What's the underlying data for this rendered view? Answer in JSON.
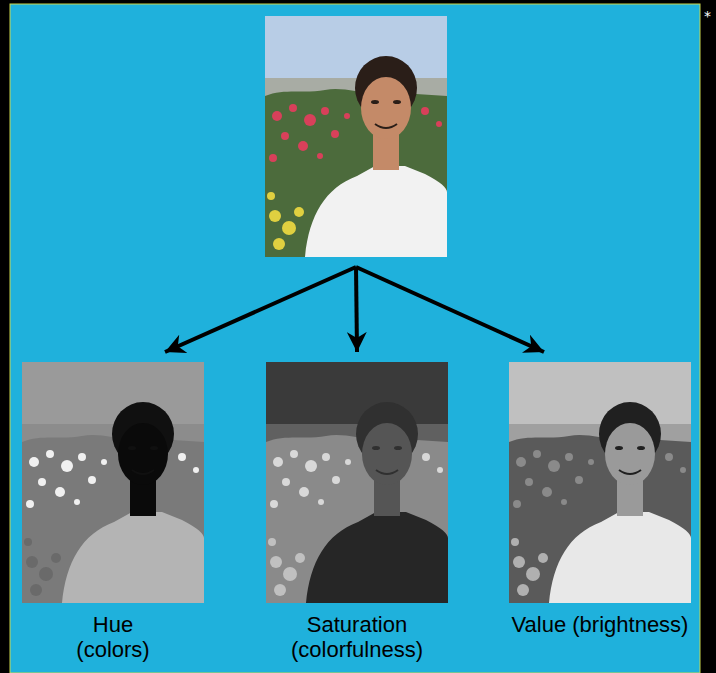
{
  "diagram": {
    "nodes": [
      {
        "text": []
      },
      {
        "text": [
          "Hue (colors)"
        ]
      },
      {
        "text": [
          "Saturation (colorfulness)"
        ]
      },
      {
        "text": [
          "Value (brightness)"
        ]
      }
    ],
    "edges": [
      {
        "from": 0,
        "to": 1,
        "arrow": "to"
      },
      {
        "from": 0,
        "to": 2,
        "arrow": "to"
      },
      {
        "from": 0,
        "to": 3,
        "arrow": "to"
      }
    ],
    "labels": [
      "*"
    ]
  }
}
